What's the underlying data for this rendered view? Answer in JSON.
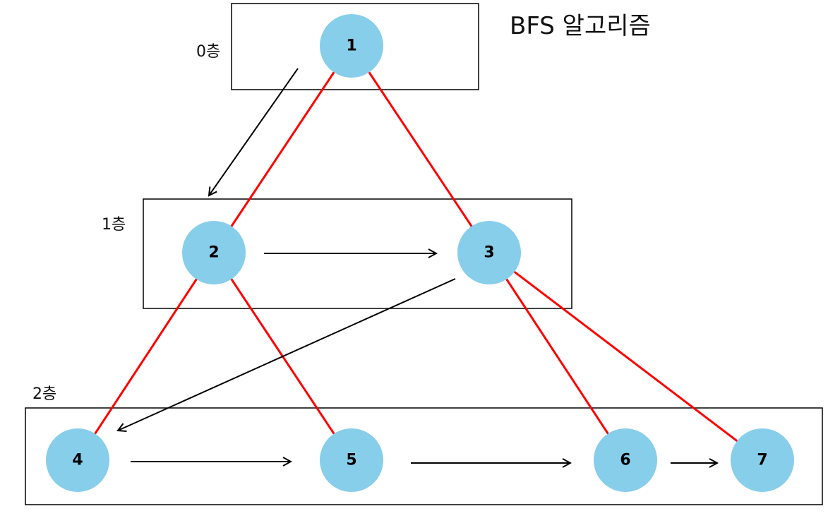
{
  "title": "BFS 알고리즘",
  "layers": [
    {
      "label": "0층"
    },
    {
      "label": "1층"
    },
    {
      "label": "2층"
    }
  ],
  "nodes": [
    {
      "id": "1",
      "label": "1"
    },
    {
      "id": "2",
      "label": "2"
    },
    {
      "id": "3",
      "label": "3"
    },
    {
      "id": "4",
      "label": "4"
    },
    {
      "id": "5",
      "label": "5"
    },
    {
      "id": "6",
      "label": "6"
    },
    {
      "id": "7",
      "label": "7"
    }
  ],
  "edges": [
    {
      "from": "1",
      "to": "2"
    },
    {
      "from": "1",
      "to": "3"
    },
    {
      "from": "2",
      "to": "4"
    },
    {
      "from": "2",
      "to": "5"
    },
    {
      "from": "3",
      "to": "6"
    },
    {
      "from": "3",
      "to": "7"
    }
  ],
  "traversal_order": [
    "1",
    "2",
    "3",
    "4",
    "5",
    "6",
    "7"
  ],
  "colors": {
    "node_fill": "#87ceeb",
    "edge": "#ff0000",
    "arrow": "#000000",
    "box": "#000000"
  }
}
